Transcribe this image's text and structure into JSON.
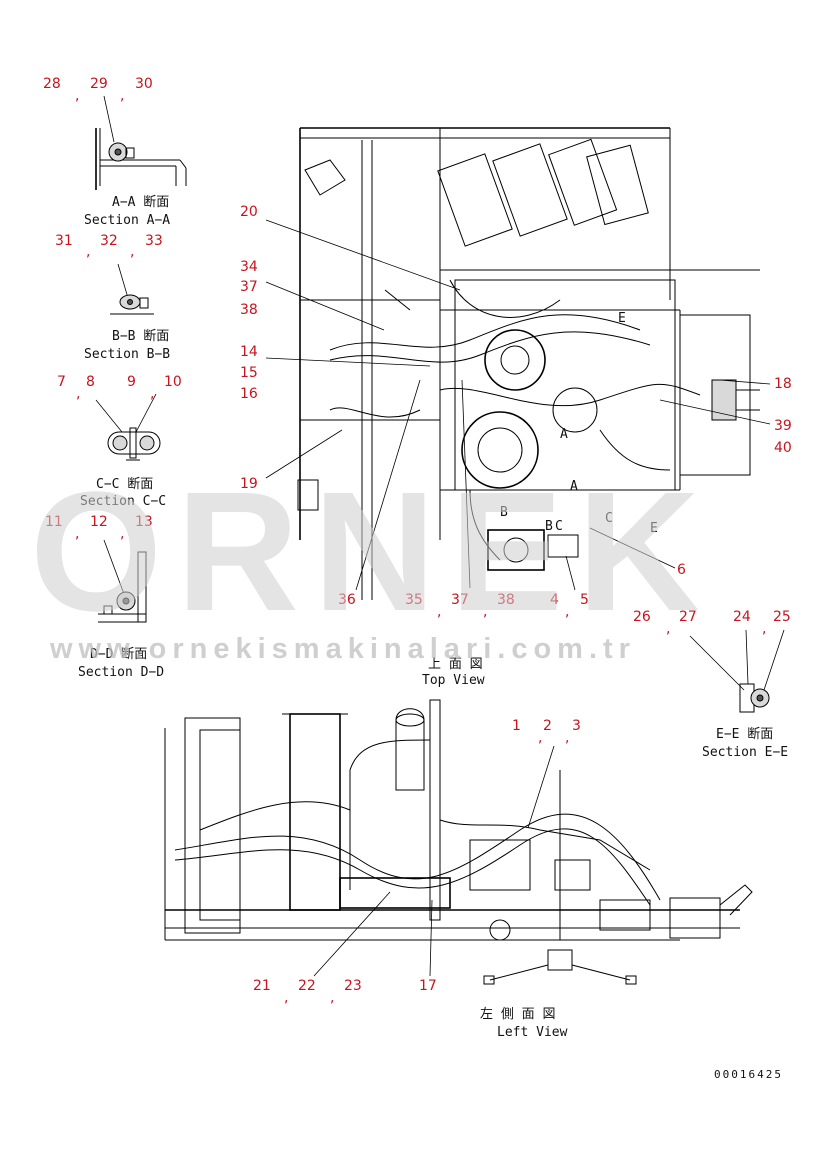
{
  "colors": {
    "callout": "#c8141e",
    "line": "#000000",
    "watermark": "#cfcfcf"
  },
  "section_views": {
    "aa": {
      "nums": [
        "28",
        "29",
        "30"
      ],
      "title_jp": "A−A 断面",
      "title_en": "Section A−A"
    },
    "bb": {
      "nums": [
        "31",
        "32",
        "33"
      ],
      "title_jp": "B−B 断面",
      "title_en": "Section B−B"
    },
    "cc": {
      "nums": [
        "7",
        "8",
        "9",
        "10"
      ],
      "title_jp": "C−C 断面",
      "title_en": "Section C−C"
    },
    "dd": {
      "nums": [
        "11",
        "12",
        "13"
      ],
      "title_jp": "D−D 断面",
      "title_en": "Section D−D"
    },
    "ee": {
      "nums": [
        "26",
        "27",
        "24",
        "25"
      ],
      "title_jp": "E−E 断面",
      "title_en": "Section E−E"
    }
  },
  "top_view": {
    "title_jp": "上 面 図",
    "title_en": "Top View",
    "left_callouts": [
      "20",
      "34",
      "37",
      "38",
      "14",
      "15",
      "16",
      "19"
    ],
    "right_callouts": [
      "18",
      "39",
      "40",
      "6"
    ],
    "bottom_callouts": [
      "36",
      "35",
      "37",
      "38",
      "4",
      "5"
    ],
    "section_marks": [
      "A",
      "A",
      "B",
      "B",
      "C",
      "C",
      "E",
      "E"
    ]
  },
  "left_view": {
    "title_jp": "左 側 面 図",
    "title_en": "Left View",
    "top_callouts": [
      "1",
      "2",
      "3"
    ],
    "bottom_callouts": [
      "21",
      "22",
      "23",
      "17"
    ]
  },
  "drawing_number": "00016425",
  "watermark": {
    "brand": "ORNEK",
    "url": "www.ornekismakinalari.com.tr"
  }
}
